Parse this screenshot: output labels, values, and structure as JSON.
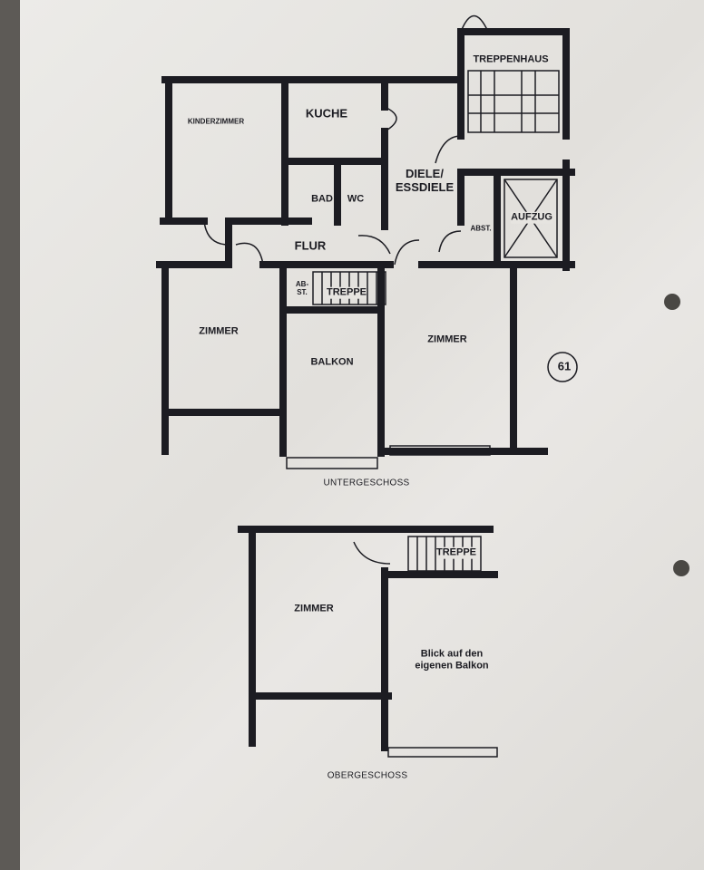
{
  "untergeschoss": {
    "treppenhaus": "TREPPENHAUS",
    "kinderzimmer": "KINDERZIMMER",
    "kuche": "KUCHE",
    "diele": "DIELE/\nESSDIELE",
    "bad": "BAD",
    "wc": "WC",
    "abst": "ABST.",
    "aufzug": "AUFZUG",
    "flur": "FLUR",
    "ab_st": "AB-\nST.",
    "treppe": "TREPPE",
    "zimmer_left": "ZIMMER",
    "balkon": "BALKON",
    "zimmer_right": "ZIMMER",
    "number": "61",
    "caption": "UNTERGESCHOSS"
  },
  "obergeschoss": {
    "treppe": "TREPPE",
    "zimmer": "ZIMMER",
    "balkon_view": "Blick auf den\neigenen Balkon",
    "caption": "OBERGESCHOSS"
  },
  "colors": {
    "wall": "#1c1c22",
    "paper": "#e6e4e0",
    "background": "#5d5a56"
  }
}
